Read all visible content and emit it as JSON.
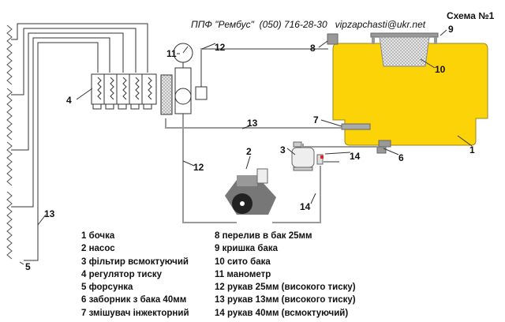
{
  "header": {
    "company": "ППФ \"Рембус\"  (050) 716-28-30   vipzapchasti@ukr.net",
    "scheme_title": "Схема №1"
  },
  "callouts": {
    "c1": "1",
    "c2": "2",
    "c3": "3",
    "c4": "4",
    "c5": "5",
    "c6": "6",
    "c7": "7",
    "c8": "8",
    "c9": "9",
    "c10": "10",
    "c11": "11",
    "c12a": "12",
    "c12b": "12",
    "c13a": "13",
    "c13b": "13",
    "c14a": "14",
    "c14b": "14"
  },
  "legend": {
    "left": [
      "1 бочка",
      "2 насос",
      "3 фільтир всмоктуючий",
      "4 регулятор тиску",
      "5 форсунка",
      "6 заборник з  бака 40мм",
      "7 змішувач інжекторний"
    ],
    "right": [
      "8 перелив в бак 25мм",
      "9 кришка бака",
      "10 сито бака",
      "11 манометр",
      "12 рукав 25мм (високого тиску)",
      "13 рукав 13мм (високого тиску)",
      "14 рукав 40мм (всмоктуючий)"
    ]
  },
  "colors": {
    "tank": "#fcd307",
    "pipe": "#9a9a9a",
    "indicator": "#e8202a"
  }
}
